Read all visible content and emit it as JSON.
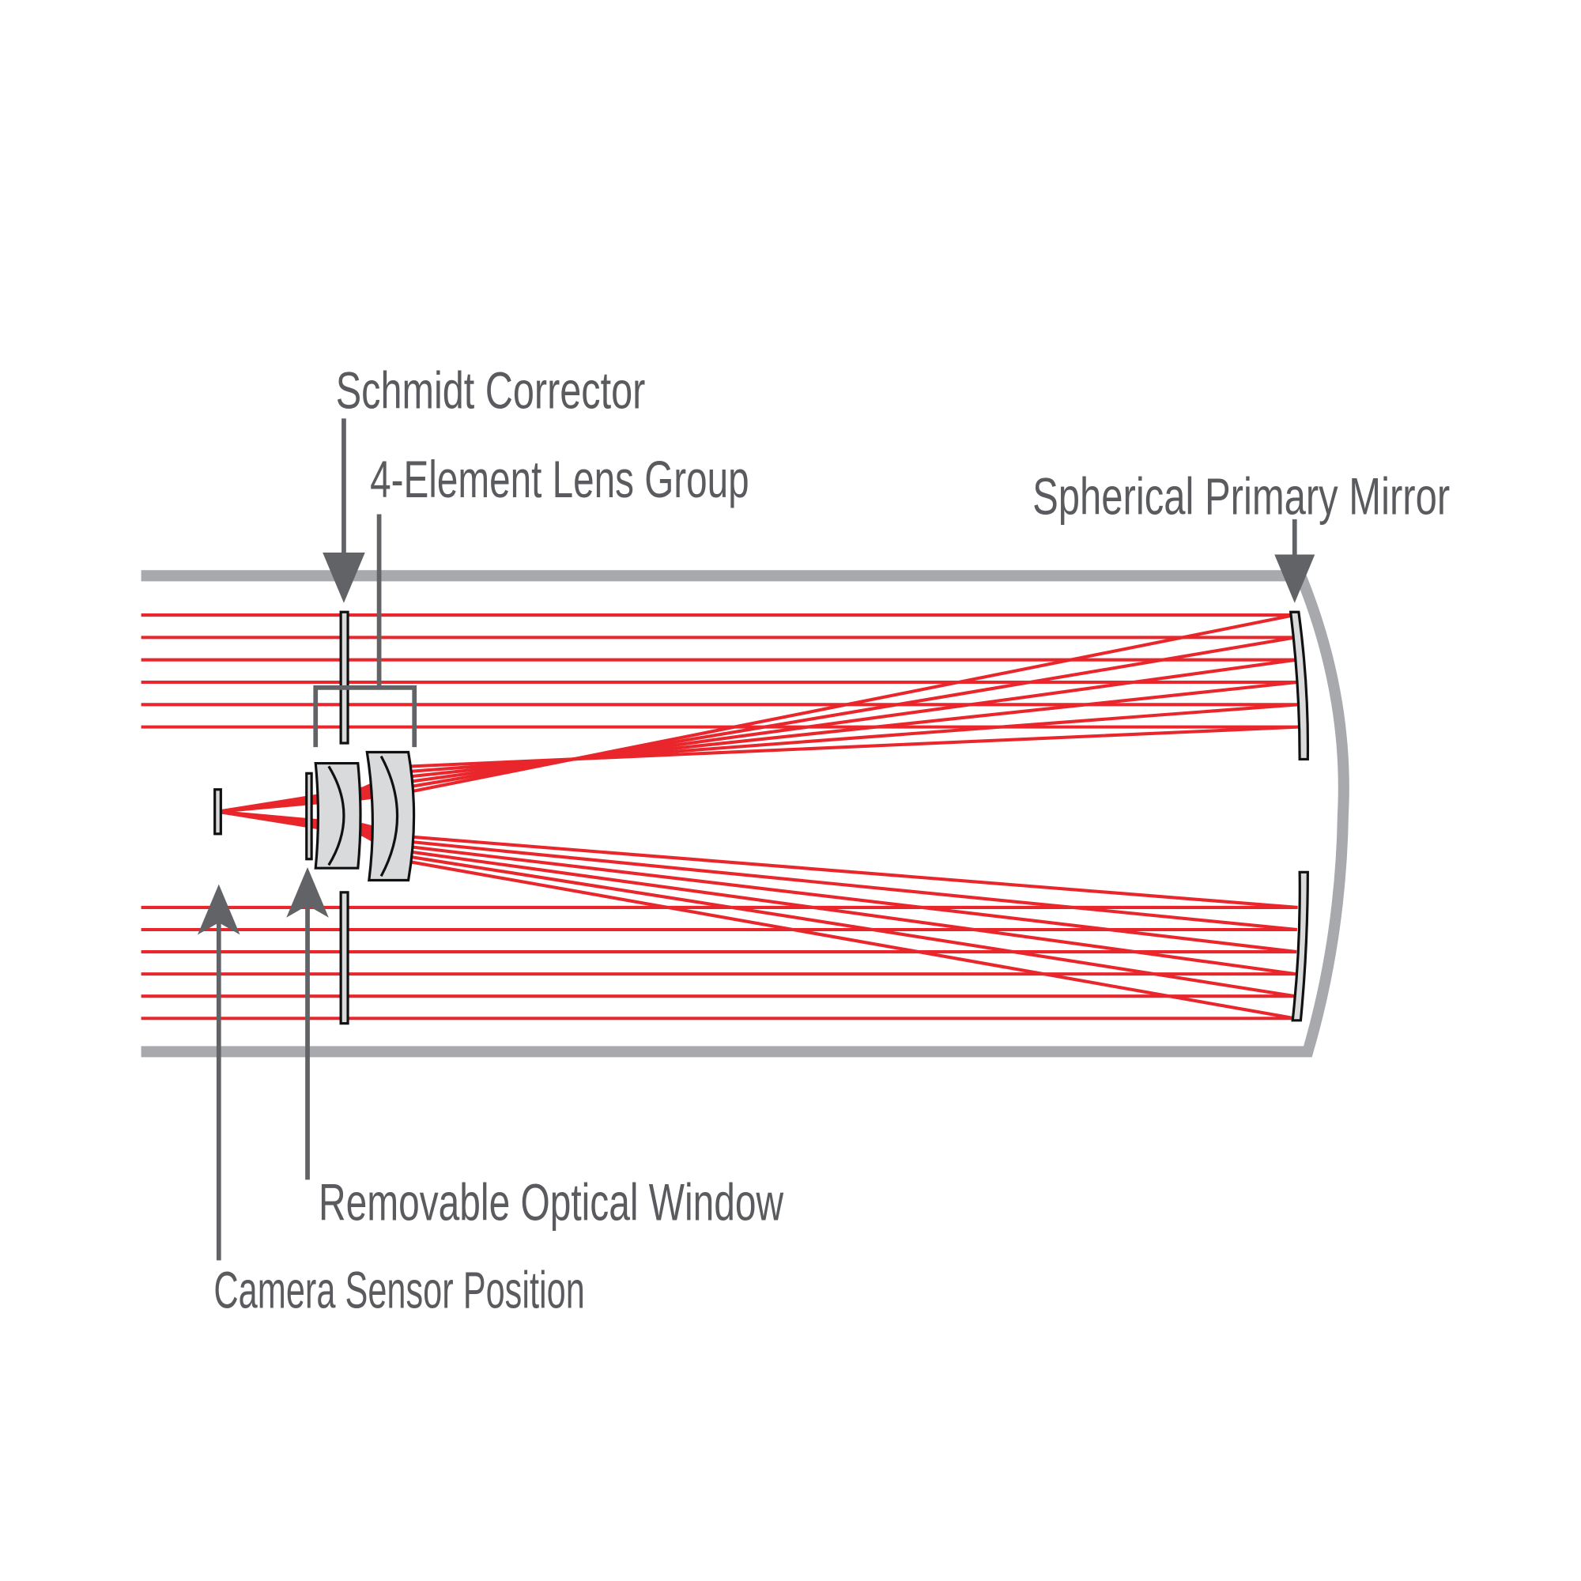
{
  "labels": {
    "schmidt_corrector": "Schmidt Corrector",
    "lens_group": "4-Element Lens Group",
    "primary_mirror": "Spherical Primary Mirror",
    "optical_window": "Removable Optical Window",
    "camera_sensor": "Camera Sensor Position"
  },
  "colors": {
    "ray": "#e8262b",
    "tube": "#a7a9ac",
    "text": "#5a5b5e",
    "glass": "#d9dadb"
  },
  "rays": {
    "upper_count": 6,
    "lower_count": 6
  }
}
